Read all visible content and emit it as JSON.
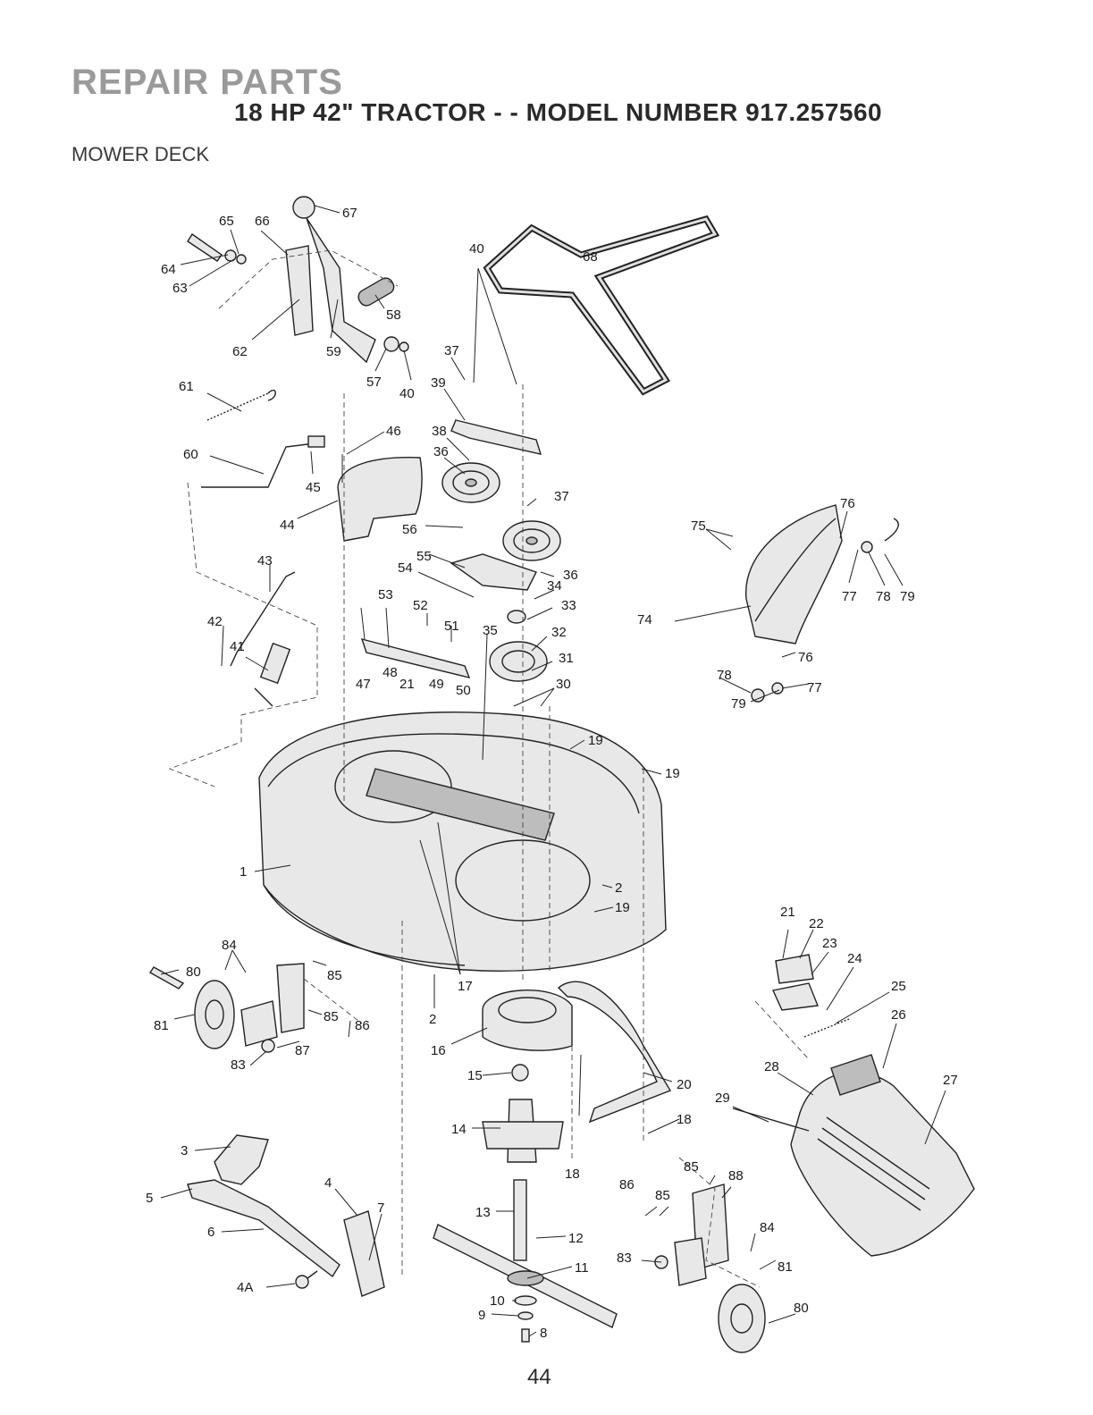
{
  "header": {
    "title": "REPAIR PARTS",
    "subtitle": "18 HP 42\" TRACTOR - - MODEL NUMBER 917.257560",
    "section": "MOWER DECK"
  },
  "page_number": "44",
  "callouts": [
    "65",
    "66",
    "67",
    "64",
    "63",
    "62",
    "59",
    "58",
    "57",
    "40",
    "61",
    "60",
    "45",
    "46",
    "44",
    "43",
    "42",
    "41",
    "68",
    "37",
    "39",
    "38",
    "36",
    "56",
    "55",
    "54",
    "53",
    "52",
    "51",
    "48",
    "47",
    "21",
    "49",
    "50",
    "35",
    "34",
    "33",
    "32",
    "31",
    "30",
    "19",
    "1",
    "2",
    "17",
    "16",
    "15",
    "14",
    "13",
    "12",
    "11",
    "10",
    "9",
    "8",
    "3",
    "4",
    "5",
    "6",
    "7",
    "4A",
    "84",
    "80",
    "81",
    "83",
    "85",
    "86",
    "87",
    "88",
    "18",
    "20",
    "21",
    "22",
    "23",
    "24",
    "25",
    "26",
    "27",
    "28",
    "29",
    "74",
    "75",
    "76",
    "77",
    "78",
    "79"
  ]
}
